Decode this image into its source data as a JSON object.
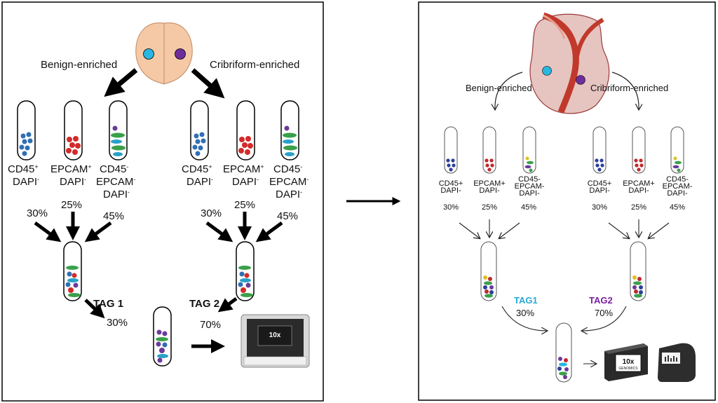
{
  "left_panel": {
    "branches": {
      "benign": "Benign-enriched",
      "cribriform": "Cribriform-enriched"
    },
    "tubes": [
      {
        "line1": "CD45",
        "sup1": "+",
        "line2": "DAPI",
        "sup2": "-",
        "line3": "",
        "pct": "30%"
      },
      {
        "line1": "EPCAM",
        "sup1": "+",
        "line2": "DAPI",
        "sup2": "-",
        "line3": "",
        "pct": "25%"
      },
      {
        "line1": "CD45",
        "sup1": "-",
        "line2": "EPCAM",
        "sup2": "-",
        "line3": "DAPI",
        "sup3": "-",
        "pct": "45%"
      }
    ],
    "tags": [
      {
        "label": "TAG 1",
        "pct": "30%",
        "color": "#29a9d6"
      },
      {
        "label": "TAG 2",
        "pct": "70%",
        "color": "#7b3fa0"
      }
    ],
    "instrument_logo": "10x"
  },
  "right_panel": {
    "branches": {
      "benign": "Benign-enriched",
      "cribriform": "Cribriform-enriched"
    },
    "tubes": [
      {
        "line1": "CD45+",
        "line2": "DAPI-",
        "line3": "",
        "pct": "30%"
      },
      {
        "line1": "EPCAM+",
        "line2": "DAPI-",
        "line3": "",
        "pct": "25%"
      },
      {
        "line1": "CD45-",
        "line2": "EPCAM-",
        "line3": "DAPI-",
        "pct": "45%"
      }
    ],
    "tags": [
      {
        "label": "TAG1",
        "pct": "30%",
        "color": "#29a9d6"
      },
      {
        "label": "TAG2",
        "pct": "70%",
        "color": "#7b1fa2"
      }
    ],
    "logo_10x": "10x",
    "logo_genomics": "GENOMICS"
  },
  "colors": {
    "cd45": "#2f6fb5",
    "epcam": "#d42a2a",
    "green": "#3aa04a",
    "purple": "#6a3a9a",
    "teal_dot": "#29b6e0",
    "purple_dot": "#6f2d9c"
  }
}
